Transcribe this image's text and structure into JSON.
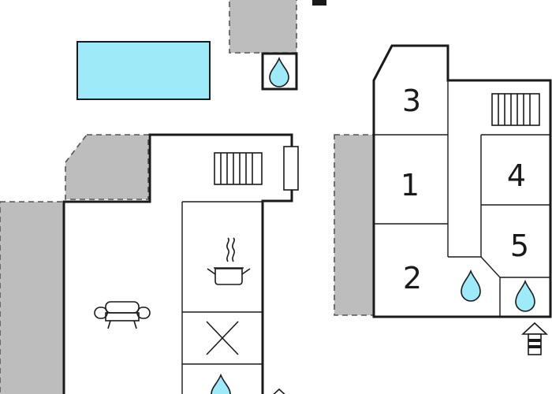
{
  "colors": {
    "water": "#9eeaf9",
    "terrace": "#bdbdbd",
    "wall": "#1a1a1a"
  },
  "rooms": [
    {
      "id": "bedroom-3",
      "label": "3"
    },
    {
      "id": "bedroom-1",
      "label": "1"
    },
    {
      "id": "bedroom-2",
      "label": "2"
    },
    {
      "id": "bedroom-4",
      "label": "4"
    },
    {
      "id": "bedroom-5",
      "label": "5"
    }
  ],
  "icons": [
    "pool",
    "shower-drop-icon",
    "stairs-icon",
    "heater-icon",
    "sofa-icon",
    "cooking-pot-icon",
    "cross-icon",
    "entrance-arrow-icon"
  ]
}
